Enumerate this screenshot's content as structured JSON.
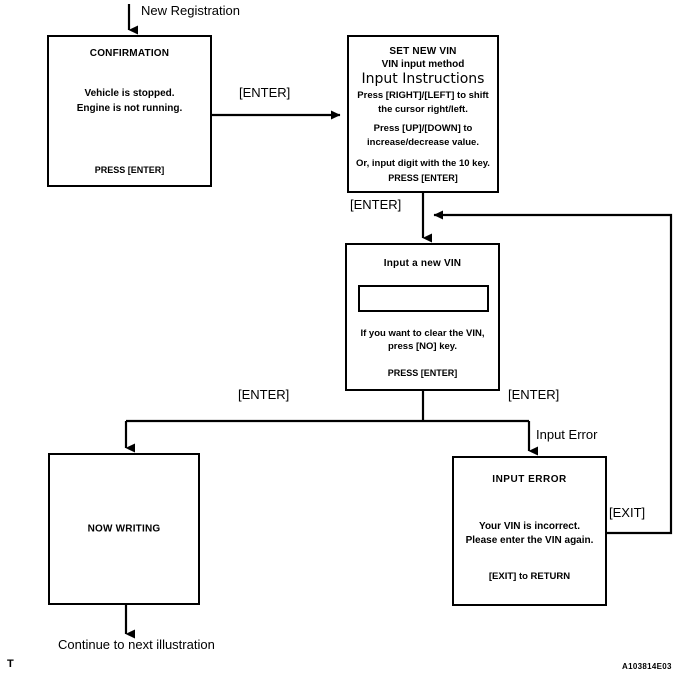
{
  "diagram": {
    "entry_label": "New Registration",
    "exit_label": "Continue to next illustration",
    "corner_marker": "T",
    "figure_code": "A103814E03",
    "line_color": "#000000",
    "background_color": "#ffffff"
  },
  "boxes": {
    "confirmation": {
      "title": "CONFIRMATION",
      "body_lines": [
        "Vehicle is stopped.",
        "Engine is not running."
      ],
      "footer": "PRESS [ENTER]"
    },
    "set_new_vin": {
      "title": "SET NEW VIN",
      "subtitle": "VIN input method",
      "instructions_heading": "Input Instructions",
      "instruction_lines": [
        "Press [RIGHT]/[LEFT] to shift",
        "the cursor right/left.",
        "Press [UP]/[DOWN]  to",
        "increase/decrease value.",
        "Or, input digit with the 10 key."
      ],
      "footer": "PRESS [ENTER]"
    },
    "input_a_new_vin": {
      "title": "Input a new VIN",
      "field_value": "",
      "body_lines": [
        "If you want to clear the VIN,",
        "press [NO] key."
      ],
      "footer": "PRESS [ENTER]"
    },
    "now_writing": {
      "title": "NOW WRITING"
    },
    "input_error": {
      "title": "INPUT  ERROR",
      "body_lines": [
        "Your VIN is incorrect.",
        "Please enter the VIN again."
      ],
      "footer": "[EXIT] to RETURN"
    }
  },
  "edges": {
    "confirmation_to_setvin": "[ENTER]",
    "setvin_to_inputvin": "[ENTER]",
    "inputvin_to_nowwriting": "[ENTER]",
    "inputvin_to_error": "[ENTER]",
    "error_branch": "Input Error",
    "error_return": "[EXIT]"
  }
}
